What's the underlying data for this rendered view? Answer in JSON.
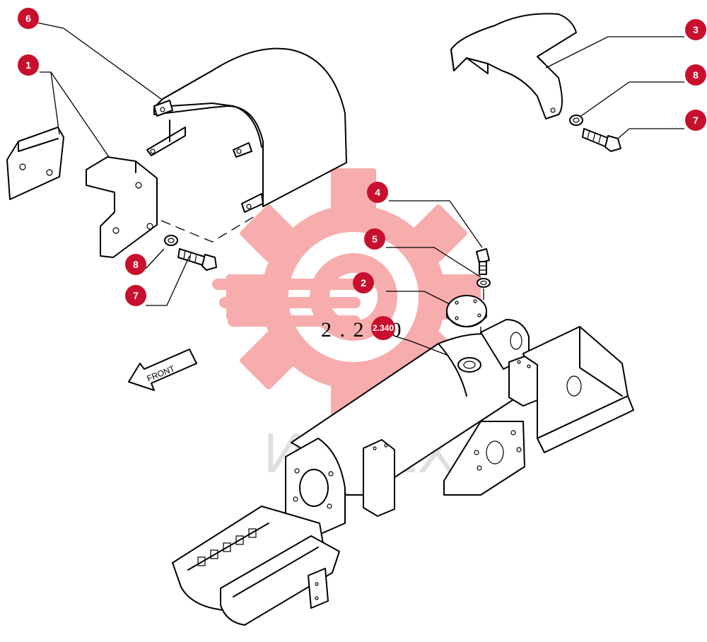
{
  "diagram": {
    "reference_code": "2 . 2 4 0",
    "reference_badge": "2.340",
    "watermark_text": "ИНТЕХ",
    "front_label": "FRONT",
    "colors": {
      "callout": "#c8102e",
      "watermark": "#f06a6a",
      "line": "#000000"
    },
    "callouts": [
      {
        "id": "c6",
        "label": "6"
      },
      {
        "id": "c1",
        "label": "1"
      },
      {
        "id": "c3",
        "label": "3"
      },
      {
        "id": "c8a",
        "label": "8"
      },
      {
        "id": "c7a",
        "label": "7"
      },
      {
        "id": "c4",
        "label": "4"
      },
      {
        "id": "c5",
        "label": "5"
      },
      {
        "id": "c2",
        "label": "2"
      },
      {
        "id": "c8b",
        "label": "8"
      },
      {
        "id": "c7b",
        "label": "7"
      }
    ]
  }
}
